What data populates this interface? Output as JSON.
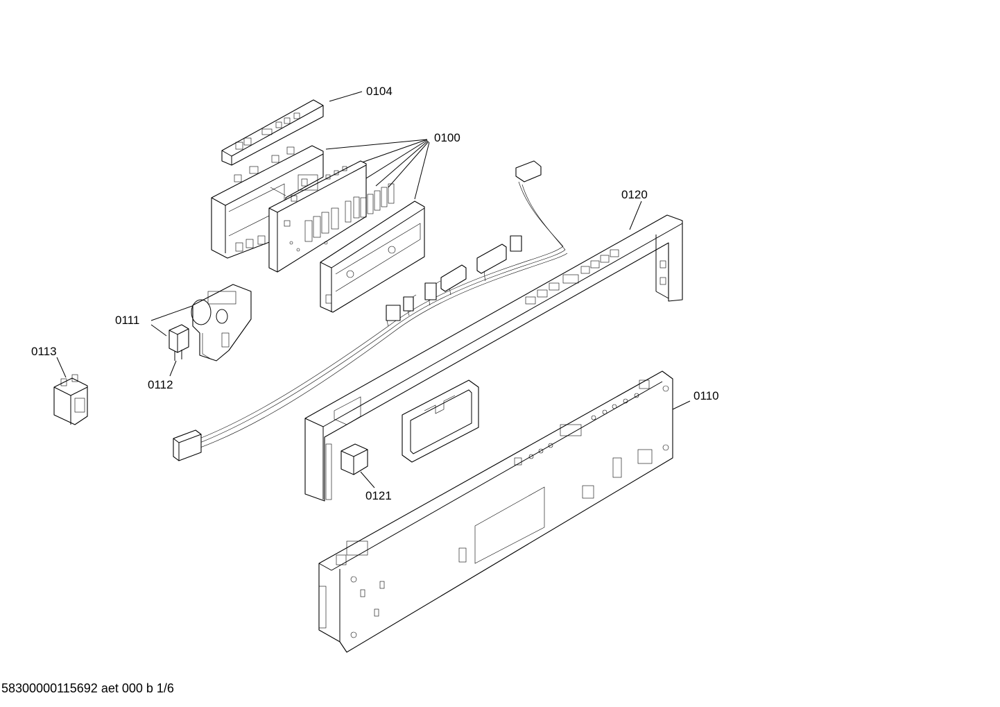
{
  "callouts": [
    {
      "id": "0104",
      "label": "0104"
    },
    {
      "id": "0100",
      "label": "0100"
    },
    {
      "id": "0120",
      "label": "0120"
    },
    {
      "id": "0111",
      "label": "0111"
    },
    {
      "id": "0113",
      "label": "0113"
    },
    {
      "id": "0112",
      "label": "0112"
    },
    {
      "id": "0110",
      "label": "0110"
    },
    {
      "id": "0121",
      "label": "0121"
    }
  ],
  "footer": {
    "text": "58300000115692 aet 000 b 1/6"
  }
}
